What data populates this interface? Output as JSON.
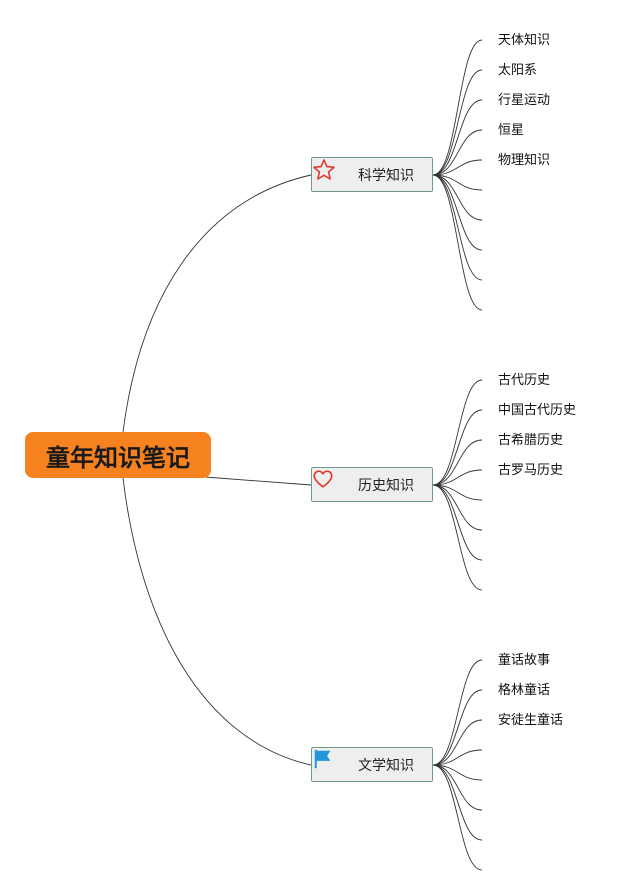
{
  "root": {
    "label": "童年知识笔记",
    "color": "#f5821f"
  },
  "branches": [
    {
      "label": "科学知识",
      "icon": "star-outline-icon",
      "icon_color": "#e03a2f",
      "leaves": [
        "天体知识",
        "太阳系",
        "行星运动",
        "恒星",
        "物理知识",
        "",
        "",
        "",
        "",
        ""
      ]
    },
    {
      "label": "历史知识",
      "icon": "heart-outline-icon",
      "icon_color": "#e03a2f",
      "leaves": [
        "古代历史",
        "中国古代历史",
        "古希腊历史",
        "古罗马历史",
        "",
        "",
        "",
        ""
      ]
    },
    {
      "label": "文学知识",
      "icon": "flag-icon",
      "icon_color": "#2196d9",
      "leaves": [
        "童话故事",
        "格林童话",
        "安徒生童话",
        "",
        "",
        "",
        "",
        ""
      ]
    }
  ]
}
